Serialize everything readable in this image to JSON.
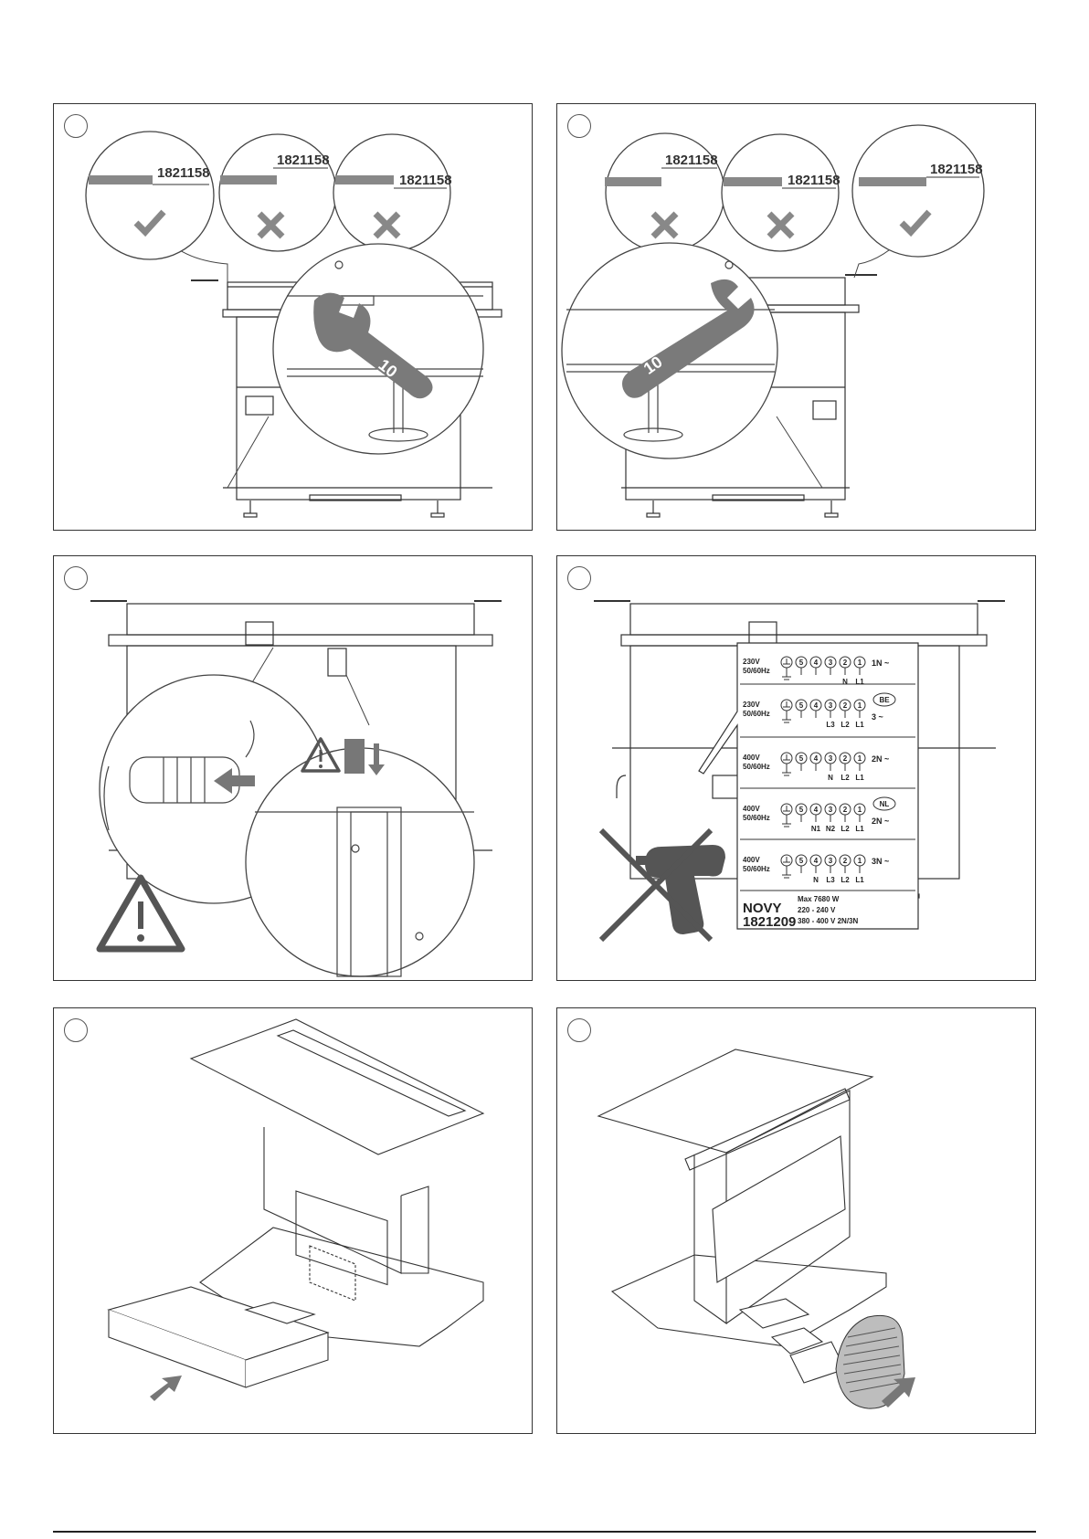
{
  "steps": {
    "p1": {
      "step": "",
      "part_codes": [
        "1821158",
        "1821158",
        "1821158"
      ],
      "wrench_size": "10"
    },
    "p2": {
      "step": "",
      "part_codes": [
        "1821158",
        "1821158",
        "1821158"
      ],
      "wrench_size": "10"
    },
    "p3": {
      "step": ""
    },
    "p4": {
      "step": ""
    },
    "p5": {
      "step": ""
    },
    "p6": {
      "step": ""
    }
  },
  "wiring": {
    "rows": [
      {
        "voltage": "230V",
        "freq": "50/60Hz",
        "config": "1N ~",
        "region": "",
        "terminal_labels": [
          "N",
          "L1"
        ]
      },
      {
        "voltage": "230V",
        "freq": "50/60Hz",
        "config": "3 ~",
        "region": "BE",
        "terminal_labels": [
          "L3",
          "L2",
          "L1"
        ]
      },
      {
        "voltage": "400V",
        "freq": "50/60Hz",
        "config": "2N ~",
        "region": "",
        "terminal_labels": [
          "N",
          "L2",
          "L1"
        ]
      },
      {
        "voltage": "400V",
        "freq": "50/60Hz",
        "config": "2N ~",
        "region": "NL",
        "terminal_labels": [
          "N1",
          "N2",
          "L2",
          "L1"
        ]
      },
      {
        "voltage": "400V",
        "freq": "50/60Hz",
        "config": "3N ~",
        "region": "",
        "terminal_labels": [
          "N",
          "L3",
          "L2",
          "L1"
        ]
      }
    ],
    "terminals": [
      "5",
      "4",
      "3",
      "2",
      "1"
    ],
    "brand": "NOVY",
    "model": "1821209",
    "spec_power": "Max 7680 W",
    "spec_v1": "220 - 240 V",
    "spec_v2": "380 - 400 V 2N/3N"
  },
  "colors": {
    "line": "#333333",
    "fill": "#7a7a7a",
    "light": "#bdbdbd"
  },
  "icons": [
    "check-icon",
    "cross-icon",
    "wrench-icon",
    "warning-icon",
    "arrow-icon",
    "no-glue-gun-icon"
  ]
}
